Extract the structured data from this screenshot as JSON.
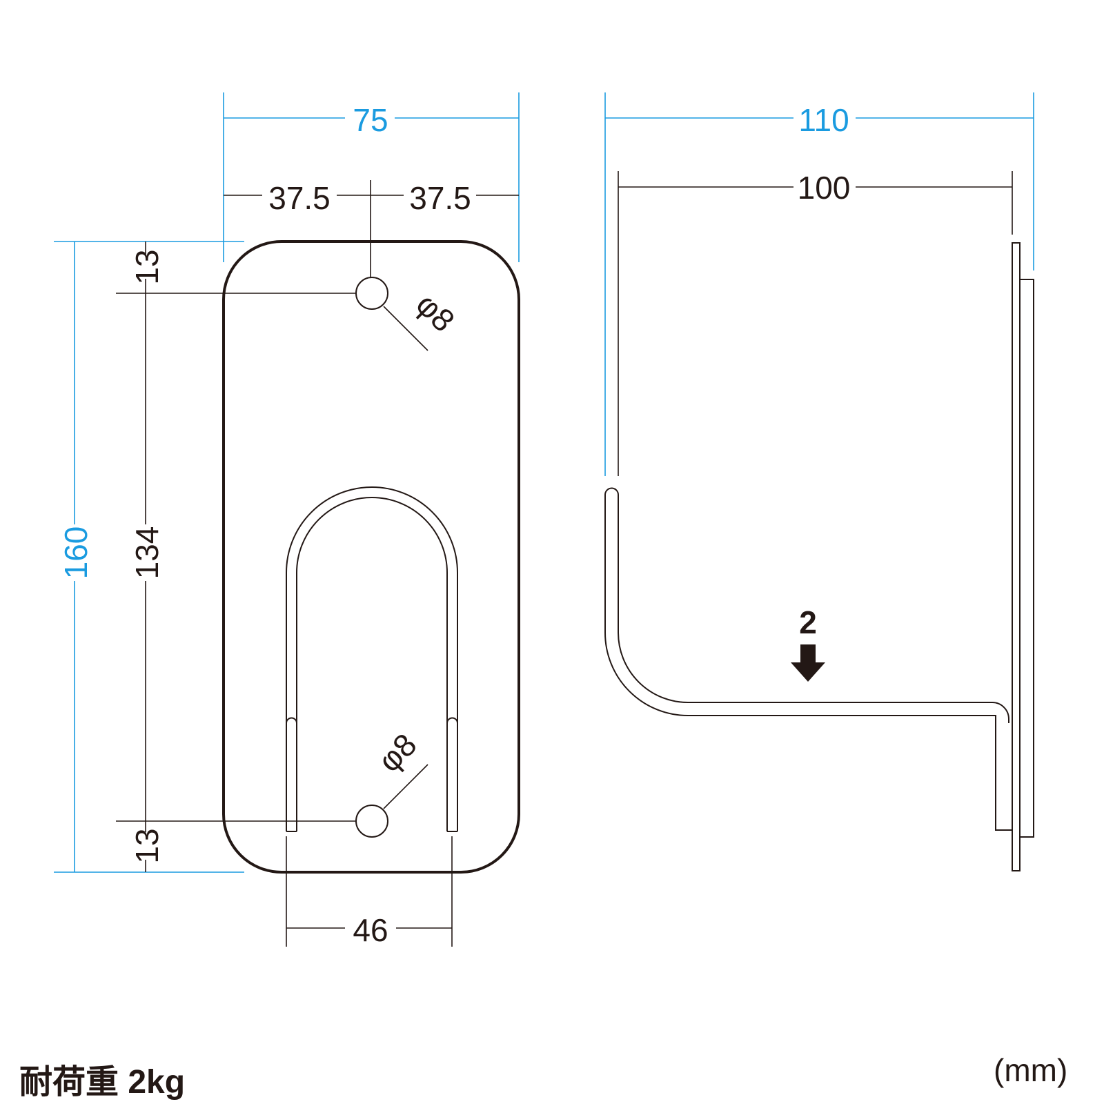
{
  "front_view": {
    "width_overall": "75",
    "half_width_left": "37.5",
    "half_width_right": "37.5",
    "height_overall": "160",
    "hole_pitch": "134",
    "hole_offset_top": "13",
    "hole_offset_bottom": "13",
    "hole_diameter_top": "φ8",
    "hole_diameter_bottom": "φ8",
    "slot_width": "46"
  },
  "side_view": {
    "depth_overall": "110",
    "depth_inner": "100",
    "load_marker": "2"
  },
  "footer": {
    "load_capacity": "耐荷重 2kg",
    "unit": "(mm)"
  },
  "colors": {
    "line": "#231815",
    "overall_dimension": "#1a9be0"
  }
}
